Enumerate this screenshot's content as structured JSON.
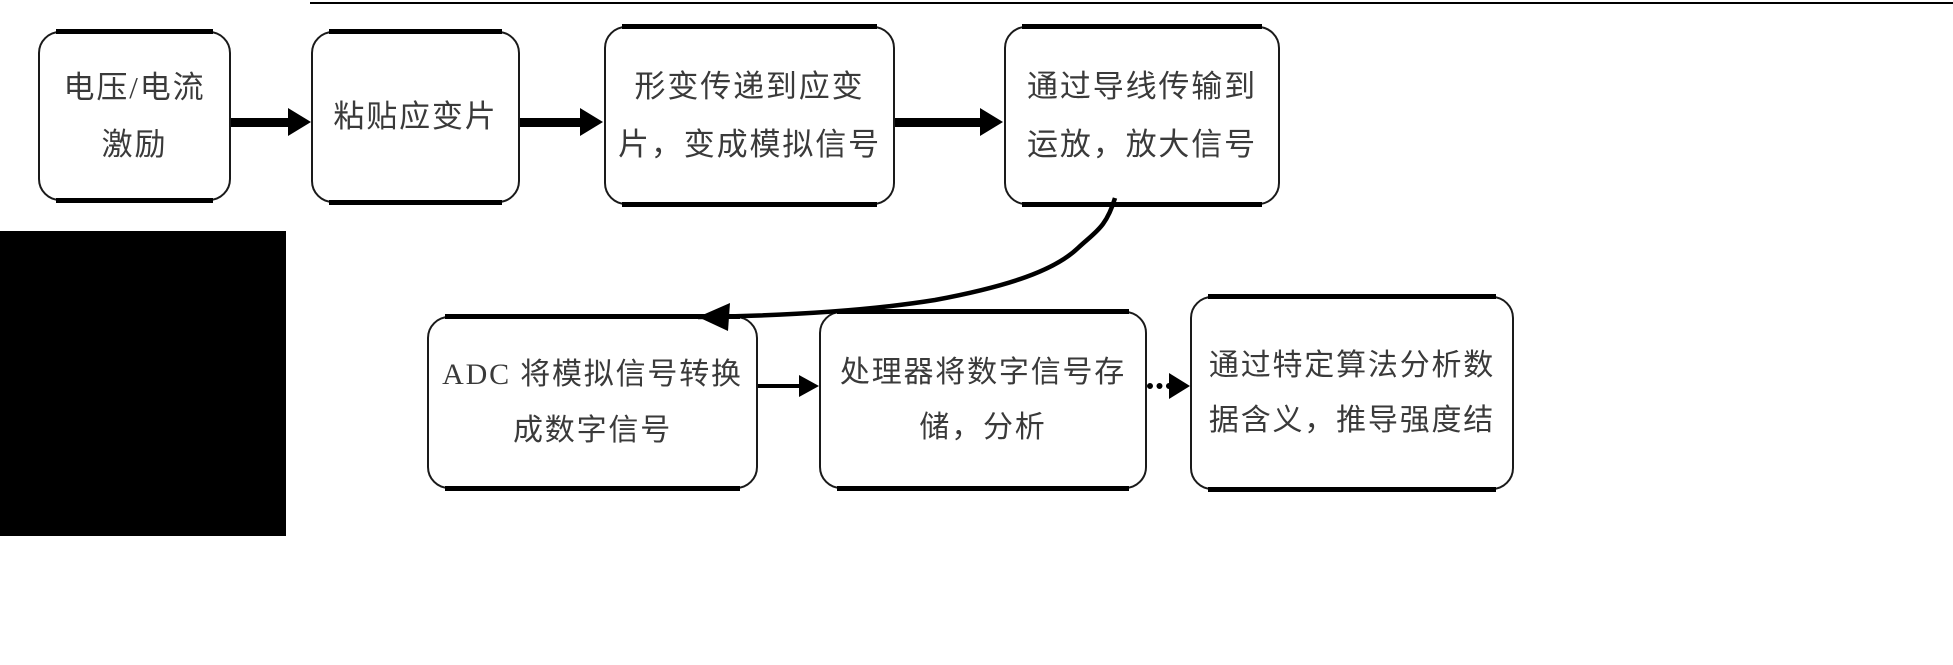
{
  "diagram": {
    "title_bar_present": true,
    "nodes": [
      {
        "id": "excitation",
        "lines": [
          "电压/电流",
          "激励"
        ]
      },
      {
        "id": "paste",
        "lines": [
          "粘贴应变片"
        ]
      },
      {
        "id": "deform",
        "lines": [
          "形变传递到应变",
          "片，变成模拟信号"
        ]
      },
      {
        "id": "amplify",
        "lines": [
          "通过导线传输到",
          "运放，放大信号"
        ]
      },
      {
        "id": "adc",
        "lines": [
          "ADC 将模拟信号转换",
          "成数字信号"
        ]
      },
      {
        "id": "processor",
        "lines": [
          "处理器将数字信号存",
          "储，分析"
        ]
      },
      {
        "id": "algorithm",
        "lines": [
          "通过特定算法分析数",
          "据含义，推导强度结"
        ]
      }
    ],
    "connectors": [
      {
        "id": "arrow-1",
        "from": "excitation",
        "to": "paste",
        "style": "solid-thick",
        "direction": "right"
      },
      {
        "id": "arrow-2",
        "from": "paste",
        "to": "deform",
        "style": "solid-thick",
        "direction": "right"
      },
      {
        "id": "arrow-3",
        "from": "deform",
        "to": "amplify",
        "style": "solid-thick",
        "direction": "right"
      },
      {
        "id": "feedback-curve",
        "from": "amplify",
        "to": "adc",
        "style": "curved-thin",
        "direction": "left"
      },
      {
        "id": "arrow-4",
        "from": "adc",
        "to": "processor",
        "style": "solid-thin",
        "direction": "right"
      },
      {
        "id": "arrow-5",
        "from": "processor",
        "to": "algorithm",
        "style": "dotted",
        "direction": "right"
      }
    ],
    "colors": {
      "line": "#000000",
      "box_border": "#1a1a1a",
      "text": "#3a3a3a",
      "background": "#ffffff",
      "artifact_block": "#000000"
    }
  }
}
